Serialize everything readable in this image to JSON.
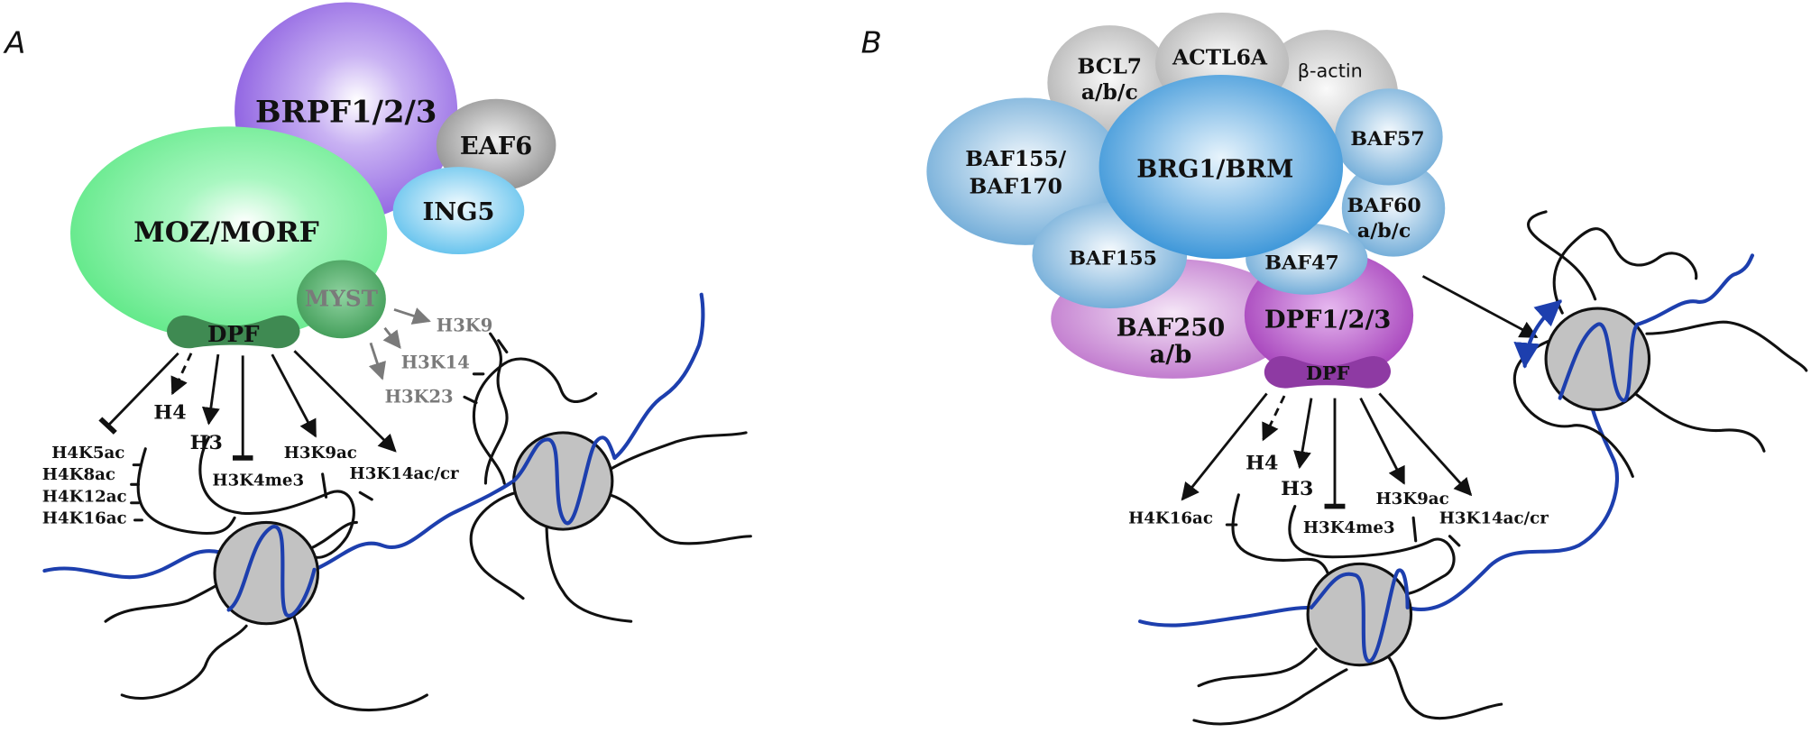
{
  "panel_a": {
    "letter": "A",
    "complex": {
      "brpf": "BRPF1/2/3",
      "eaf6": "EAF6",
      "ing5": "ING5",
      "moz": "MOZ/MORF",
      "myst": "MYST",
      "dpf": "DPF"
    },
    "marks": {
      "h4": "H4",
      "h3": "H3",
      "h4k5ac": "H4K5ac",
      "h4k8ac": "H4K8ac",
      "h4k12ac": "H4K12ac",
      "h4k16ac": "H4K16ac",
      "h3k4me3": "H3K4me3",
      "h3k9ac": "H3K9ac",
      "h3k14accr": "H3K14ac/cr"
    },
    "myst_targets": {
      "h3k9": "H3K9",
      "h3k14": "H3K14",
      "h3k23": "H3K23"
    }
  },
  "panel_b": {
    "letter": "B",
    "complex": {
      "bcl7_line1": "BCL7",
      "bcl7_line2": "a/b/c",
      "actl6a": "ACTL6A",
      "bactin": "β-actin",
      "baf155_170_line1": "BAF155/",
      "baf155_170_line2": "BAF170",
      "brg1": "BRG1/BRM",
      "baf57": "BAF57",
      "baf60_line1": "BAF60",
      "baf60_line2": "a/b/c",
      "baf155": "BAF155",
      "baf47": "BAF47",
      "baf250_line1": "BAF250",
      "baf250_line2": "a/b",
      "dpf123": "DPF1/2/3",
      "dpf": "DPF"
    },
    "marks": {
      "h4": "H4",
      "h3": "H3",
      "h4k16ac": "H4K16ac",
      "h3k4me3": "H3K4me3",
      "h3k9ac": "H3K9ac",
      "h3k14accr": "H3K14ac/cr"
    }
  },
  "colors": {
    "brpf": "#9a6ee6",
    "moz": "#7ff0a2",
    "myst": "#54b56c",
    "dpf_a": "#3f8a52",
    "eaf6": "#9d9d9d",
    "ing5": "#88d2f2",
    "baf_blue": "#7bb4dc",
    "brg1": "#4aa3df",
    "grey_subunit": "#c2c2c2",
    "baf250": "#c98ad4",
    "dpf123": "#ac47c2",
    "dpf_b": "#8e3aa3",
    "nucleosome": "#c2c2c2",
    "dna": "#1d3fae"
  }
}
